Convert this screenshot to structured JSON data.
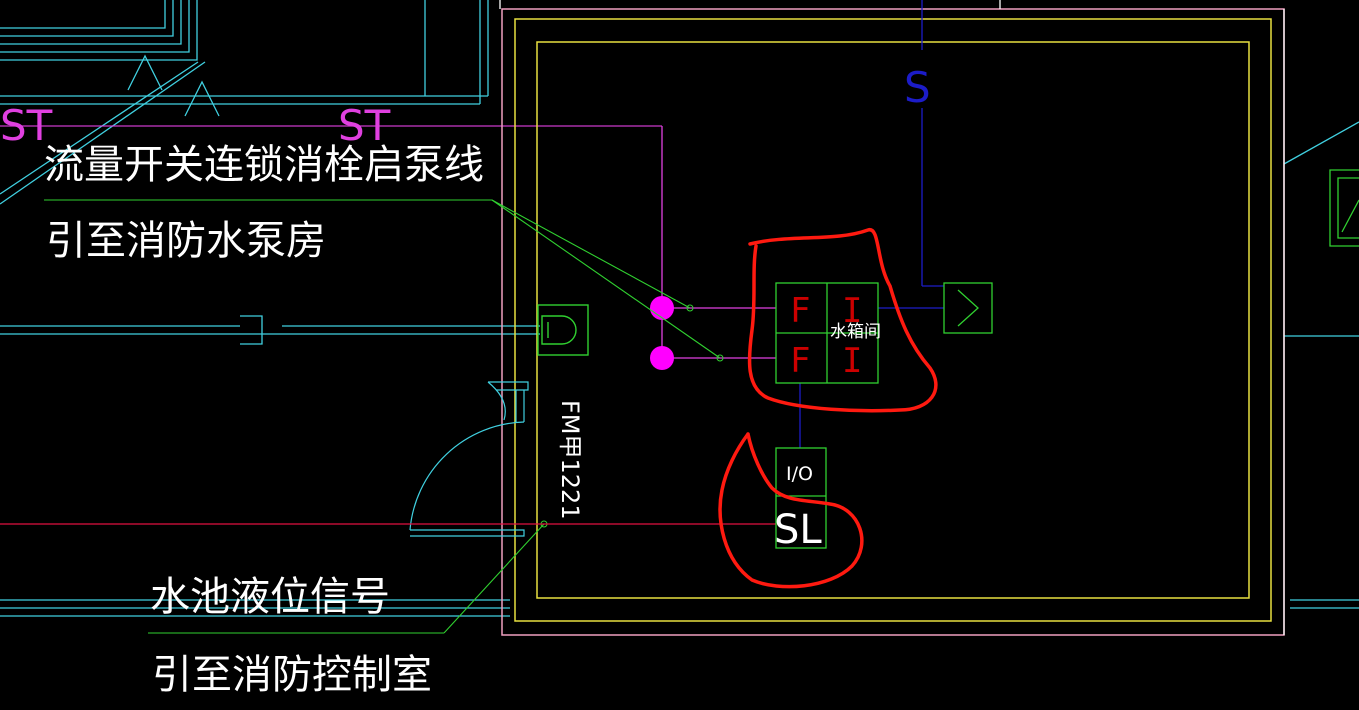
{
  "labels": {
    "flow_switch_line": "流量开关连锁消栓启泵线",
    "to_pump_room": "引至消防水泵房",
    "pool_level_signal": "水池液位信号",
    "to_control_room": "引至消防控制室",
    "water_tank_room": "水箱间",
    "door_code": "FM甲1221",
    "io_box": "I/O",
    "sl_box": "SL",
    "f_mark_top": "F",
    "f_mark_bottom": "F",
    "i_mark_top": "I",
    "i_mark_bottom": "I",
    "s_pipe_mark": "S",
    "st_mark_left": "ST",
    "st_mark_mid": "ST"
  },
  "colors": {
    "background": "#000000",
    "wall_white": "#ffffff",
    "wall_yellow": "#e8e040",
    "pink_wall": "#f0a0c0",
    "cyan": "#40d0e0",
    "magenta_line": "#e040e0",
    "magenta_dot": "#ff00ff",
    "green": "#30d030",
    "blue": "#1c1cc8",
    "red_line": "#e01040",
    "red_annotation": "#ff1a10"
  }
}
